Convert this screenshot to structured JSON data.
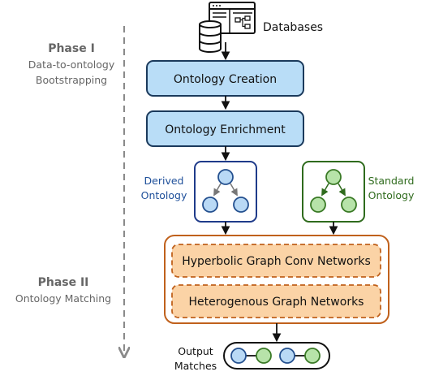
{
  "phases": {
    "phase1": {
      "title": "Phase I",
      "subtitle_line1": "Data-to-ontology",
      "subtitle_line2": "Bootstrapping"
    },
    "phase2": {
      "title": "Phase II",
      "subtitle_line1": "Ontology Matching"
    }
  },
  "databases": {
    "label": "Databases"
  },
  "steps": {
    "creation": "Ontology Creation",
    "enrichment": "Ontology Enrichment"
  },
  "derived": {
    "line1": "Derived",
    "line2": "Ontology"
  },
  "standard": {
    "line1": "Standard",
    "line2": "Ontology"
  },
  "models": {
    "hgcn": "Hyperbolic Graph Conv Networks",
    "hgn": "Heterogenous Graph Networks"
  },
  "output": {
    "line1": "Output",
    "line2": "Matches"
  },
  "colors": {
    "step_fill": "#b9ddf7",
    "step_stroke": "#1b3a5c",
    "derived_stroke": "#1f3b8a",
    "derived_label": "#1e4f9a",
    "node_blue_fill": "#b9d9f5",
    "node_blue_stroke": "#24508f",
    "standard_stroke": "#2f6b1d",
    "standard_label": "#2f6b1d",
    "node_green_fill": "#b7e3a9",
    "node_green_stroke": "#3a7a26",
    "model_container_stroke": "#c0611c",
    "model_fill": "#fbd3a6",
    "model_stroke": "#c0611c",
    "phase_text": "#666666",
    "dashed_line": "#8a8a8a"
  }
}
